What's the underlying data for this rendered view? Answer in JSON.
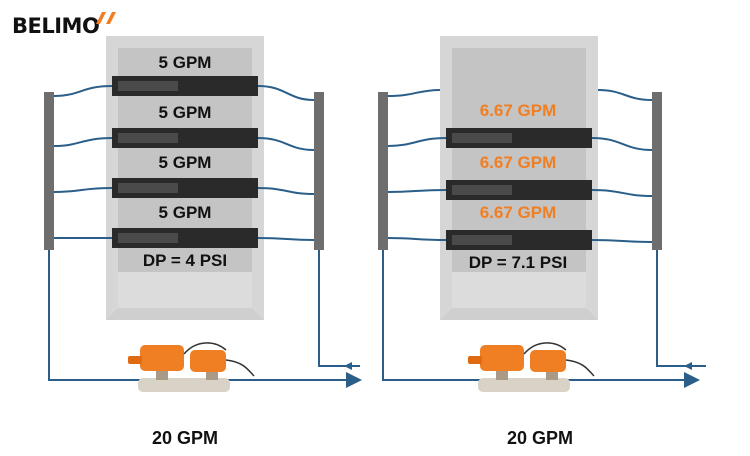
{
  "brand": {
    "name": "BELIMO",
    "accent_color": "#f07f24"
  },
  "left_rack": {
    "flows": [
      "5 GPM",
      "5 GPM",
      "5 GPM",
      "5 GPM"
    ],
    "flow_color": "#111111",
    "dp": "DP = 4 PSI",
    "total": "20 GPM"
  },
  "right_rack": {
    "flows": [
      "6.67 GPM",
      "6.67 GPM",
      "6.67 GPM"
    ],
    "flow_color": "#f07f24",
    "dp": "DP = 7.1 PSI",
    "total": "20 GPM"
  },
  "colors": {
    "pipe": "#2b5f8a",
    "rack_frame": "#d6d6d6",
    "rack_inner": "#c4c4c4",
    "server": "#2a2a2a",
    "manifold": "#6e6e6e",
    "actuator": "#f07f24"
  }
}
